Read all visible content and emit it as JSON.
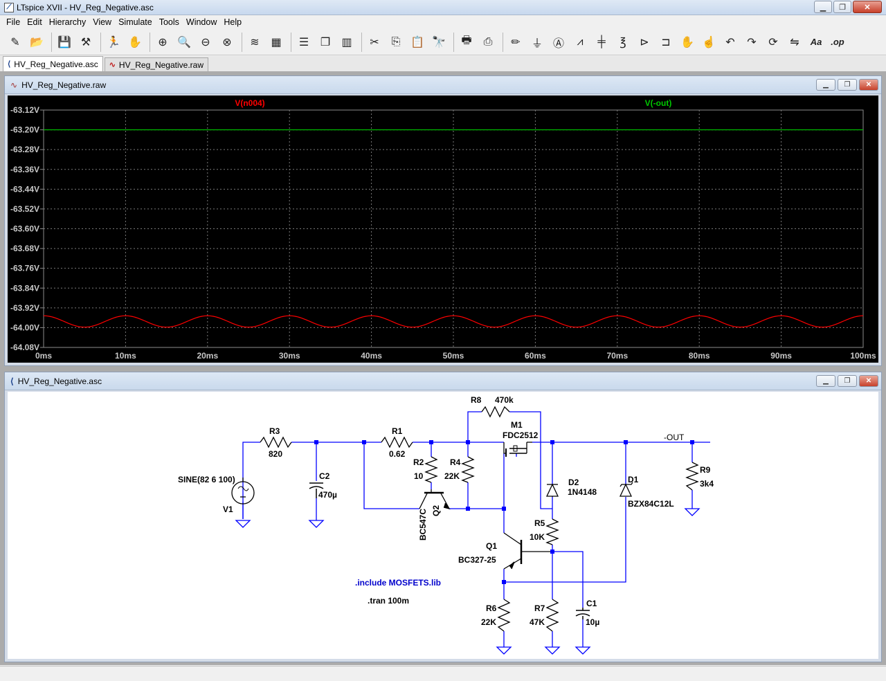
{
  "window": {
    "title": "LTspice XVII - HV_Reg_Negative.asc"
  },
  "menu": [
    "File",
    "Edit",
    "Hierarchy",
    "View",
    "Simulate",
    "Tools",
    "Window",
    "Help"
  ],
  "toolbar_icons": [
    "new-schematic-icon",
    "open-icon",
    "save-icon",
    "control-panel-icon",
    "run-icon",
    "halt-icon",
    "zoom-in-icon",
    "zoom-pan-icon",
    "zoom-out-icon",
    "zoom-fit-icon",
    "autorange-icon",
    "grid-icon",
    "tile-horizontal-icon",
    "cascade-icon",
    "tile-vertical-icon",
    "cut-icon",
    "copy-icon",
    "paste-icon",
    "find-icon",
    "print-icon",
    "print-setup-icon",
    "wire-icon",
    "ground-icon",
    "label-net-icon",
    "resistor-icon",
    "capacitor-icon",
    "inductor-icon",
    "diode-icon",
    "component-icon",
    "move-icon",
    "drag-icon",
    "undo-icon",
    "redo-icon",
    "rotate-icon",
    "mirror-icon",
    "text-icon",
    "spice-directive-icon"
  ],
  "tabs": [
    {
      "label": "HV_Reg_Negative.asc",
      "type": "schematic"
    },
    {
      "label": "HV_Reg_Negative.raw",
      "type": "waveform"
    }
  ],
  "plot_window": {
    "title": "HV_Reg_Negative.raw"
  },
  "schematic_window": {
    "title": "HV_Reg_Negative.asc"
  },
  "chart_data": {
    "type": "line",
    "title": "",
    "xlabel": "",
    "ylabel": "",
    "x_ticks": [
      "0ms",
      "10ms",
      "20ms",
      "30ms",
      "40ms",
      "50ms",
      "60ms",
      "70ms",
      "80ms",
      "90ms",
      "100ms"
    ],
    "y_ticks": [
      "-63.12V",
      "-63.20V",
      "-63.28V",
      "-63.36V",
      "-63.44V",
      "-63.52V",
      "-63.60V",
      "-63.68V",
      "-63.76V",
      "-63.84V",
      "-63.92V",
      "-64.00V",
      "-64.08V"
    ],
    "xlim": [
      0,
      100
    ],
    "ylim": [
      -64.08,
      -63.12
    ],
    "grid": true,
    "legend": "top",
    "series": [
      {
        "name": "V(n004)",
        "color": "#ff0000",
        "kind": "sine",
        "mean": -63.975,
        "amplitude": 0.023,
        "period_ms": 10,
        "phase_peak_ms": 0
      },
      {
        "name": "V(-out)",
        "color": "#00c800",
        "kind": "constant",
        "value": -63.2
      }
    ]
  },
  "schematic": {
    "labels": {
      "r3": "R3",
      "r3_val": "820",
      "r1": "R1",
      "r1_val": "0.62",
      "r2": "R2",
      "r2_val": "10",
      "r4": "R4",
      "r4_val": "22K",
      "r8": "R8",
      "r8_val": "470k",
      "m1": "M1",
      "m1_val": "FDC2512",
      "out": "-OUT",
      "r9": "R9",
      "r9_val": "3k4",
      "v1": "V1",
      "v1_val": "SINE(82 6 100)",
      "c2": "C2",
      "c2_val": "470µ",
      "q2": "Q2",
      "q2_val": "BC547C",
      "d2": "D2",
      "d2_val": "1N4148",
      "d1": "D1",
      "d1_val": "BZX84C12L",
      "r5": "R5",
      "r5_val": "10K",
      "q1": "Q1",
      "q1_val": "BC327-25",
      "r6": "R6",
      "r6_val": "22K",
      "r7": "R7",
      "r7_val": "47K",
      "c1": "C1",
      "c1_val": "10µ",
      "include": ".include MOSFETS.lib",
      "tran": ".tran 100m"
    }
  }
}
